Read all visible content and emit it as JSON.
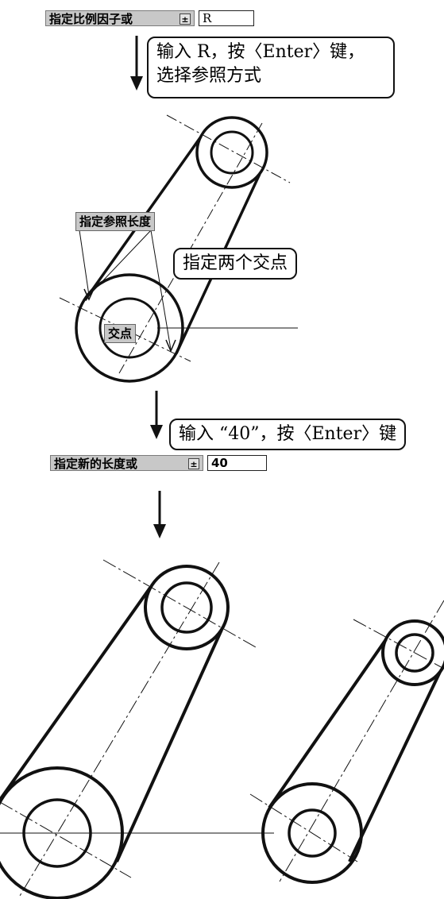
{
  "prompt_scale": {
    "label": "指定比例因子或",
    "arrow_glyph": "±",
    "value": "R"
  },
  "callout_1": {
    "line1": "输入 R，按〈Enter〉键，",
    "line2": "选择参照方式"
  },
  "label_reference_length": "指定参照长度",
  "callout_2": "指定两个交点",
  "label_intersection": "交点",
  "callout_3": "输入 “40”，按〈Enter〉键",
  "prompt_new_length": {
    "label": "指定新的长度或",
    "arrow_glyph": "±",
    "value": "40"
  },
  "colors": {
    "line": "#111111",
    "label_bg": "#c8c8c8"
  }
}
